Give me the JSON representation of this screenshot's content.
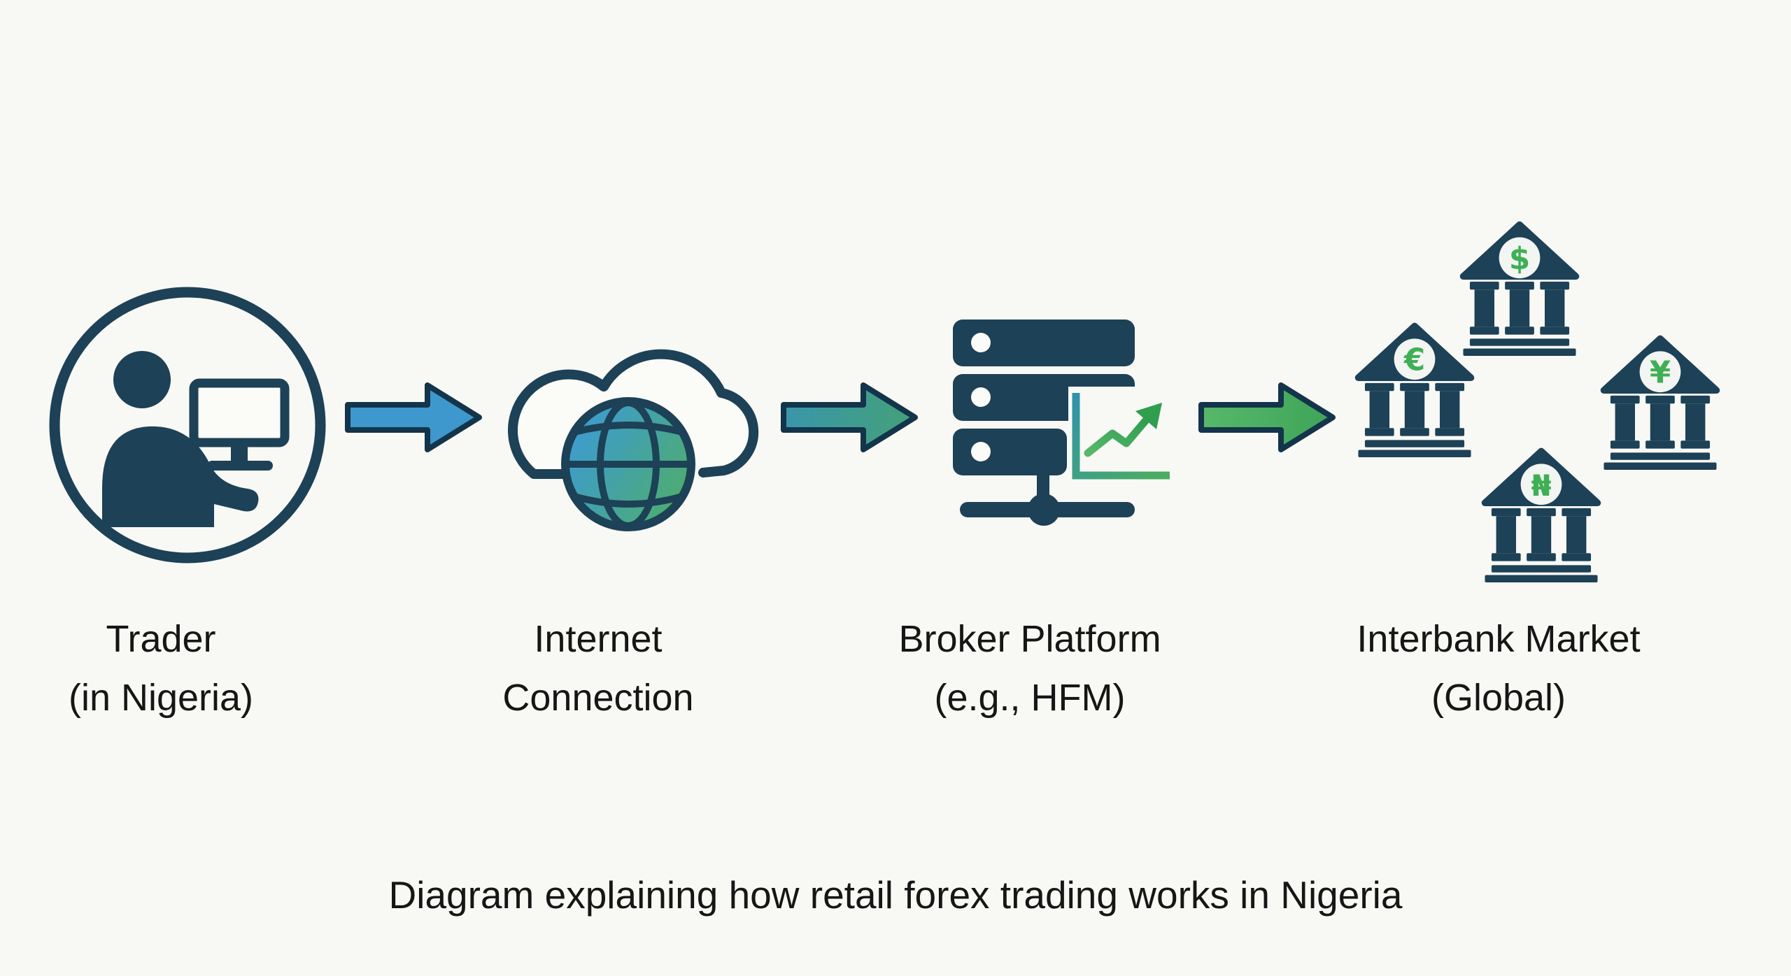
{
  "diagram": {
    "caption": "Diagram explaining how retail forex trading works in Nigeria",
    "nodes": [
      {
        "id": "trader",
        "line1": "Trader",
        "line2": "(in Nigeria)"
      },
      {
        "id": "internet",
        "line1": "Internet",
        "line2": "Connection"
      },
      {
        "id": "broker-platform",
        "line1": "Broker Platform",
        "line2": "(e.g., HFM)"
      },
      {
        "id": "interbank-market",
        "line1": "Interbank Market",
        "line2": "(Global)"
      }
    ],
    "bank_currencies": {
      "top": "$",
      "left": "€",
      "right": "¥",
      "bottom": "₦"
    },
    "icons": [
      "person-at-computer",
      "cloud-globe",
      "server-with-chart",
      "bank-buildings"
    ],
    "colors": {
      "navy": "#1d4156",
      "navy_outline": "#13344a",
      "arrow_blue": "#3e97cd",
      "arrow_teal": "#3f9c9b",
      "arrow_green": "#4cae5e",
      "currency_green": "#3faf55",
      "globe_blue": "#3e9bd6",
      "globe_green": "#4fae68",
      "background": "#f8f8f5",
      "text": "#161616"
    }
  }
}
